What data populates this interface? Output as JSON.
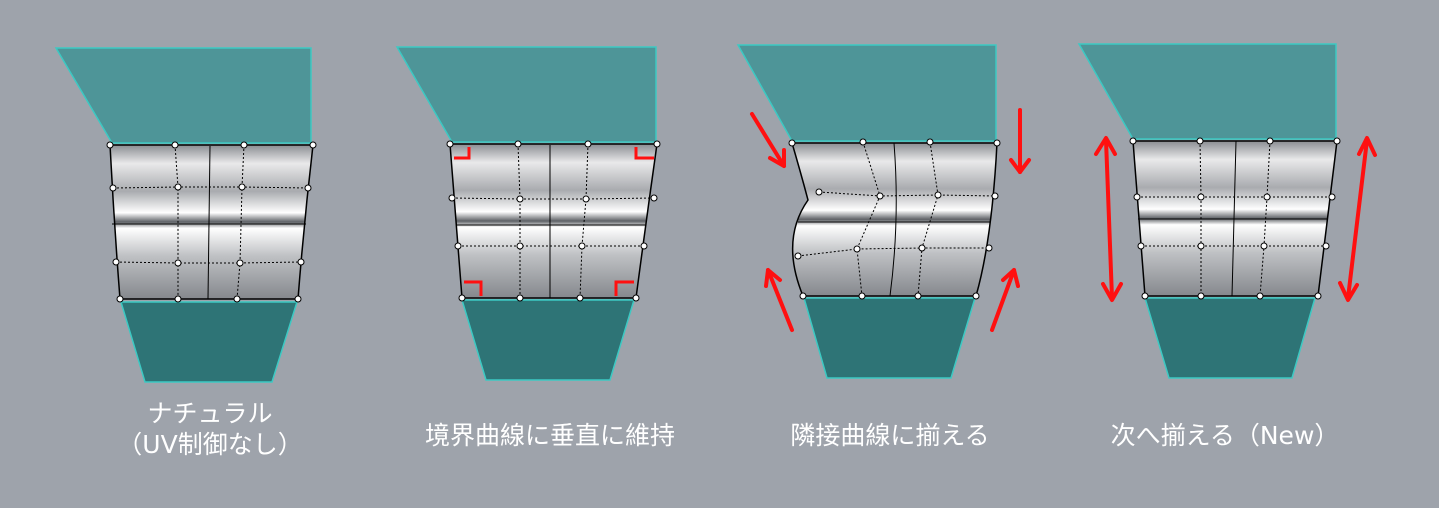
{
  "panels": [
    {
      "caption_line1": "ナチュラル",
      "caption_line2": "（UV制御なし）",
      "arrows": "none"
    },
    {
      "caption_line1": "境界曲線に垂直に維持",
      "caption_line2": "",
      "arrows": "corner-brackets"
    },
    {
      "caption_line1": "隣接曲線に揃える",
      "caption_line2": "",
      "arrows": "diagonal"
    },
    {
      "caption_line1": "次へ揃える（New）",
      "caption_line2": "",
      "arrows": "double-vertical"
    }
  ],
  "colors": {
    "background": "#9ea3ab",
    "upper_surface": "#4e9598",
    "lower_surface": "#2e7476",
    "surface_edge": "#3cc9c3",
    "arrow": "#ff1010"
  }
}
